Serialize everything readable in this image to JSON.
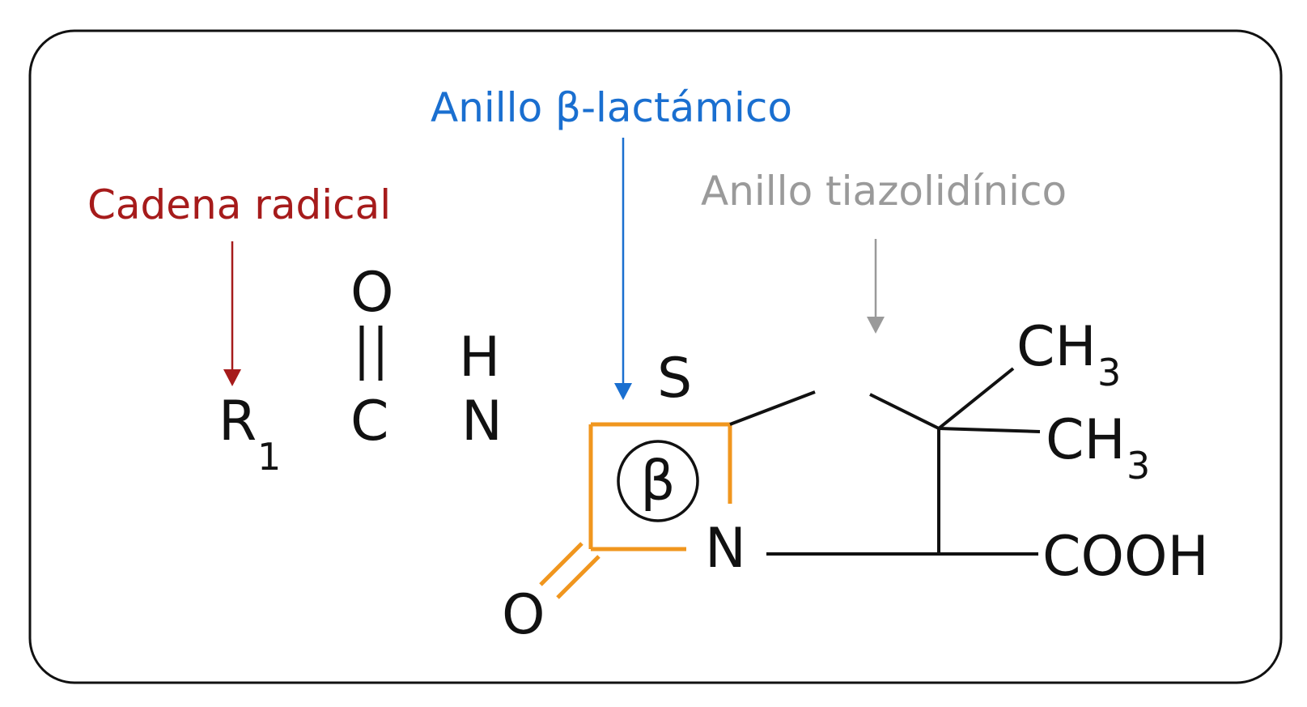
{
  "colors": {
    "frame": "#111111",
    "bond": "#111111",
    "red": "#a61b1b",
    "blue": "#1a6fd0",
    "gray": "#9a9a9a",
    "orange": "#f0961e"
  },
  "labels": {
    "cadena_radical": "Cadena radical",
    "anillo_beta_lactamico": "Anillo β-lactámico",
    "anillo_tiazolidinico": "Anillo tiazolidínico"
  },
  "atoms": {
    "r": "R",
    "r_sub": "1",
    "o_top": "O",
    "c": "C",
    "h": "H",
    "n_amide": "N",
    "s": "S",
    "beta": "β",
    "n_ring": "N",
    "o_bottom": "O",
    "ch3_a": "CH",
    "ch3_a_sub": "3",
    "ch3_b": "CH",
    "ch3_b_sub": "3",
    "cooh": "COOH"
  }
}
